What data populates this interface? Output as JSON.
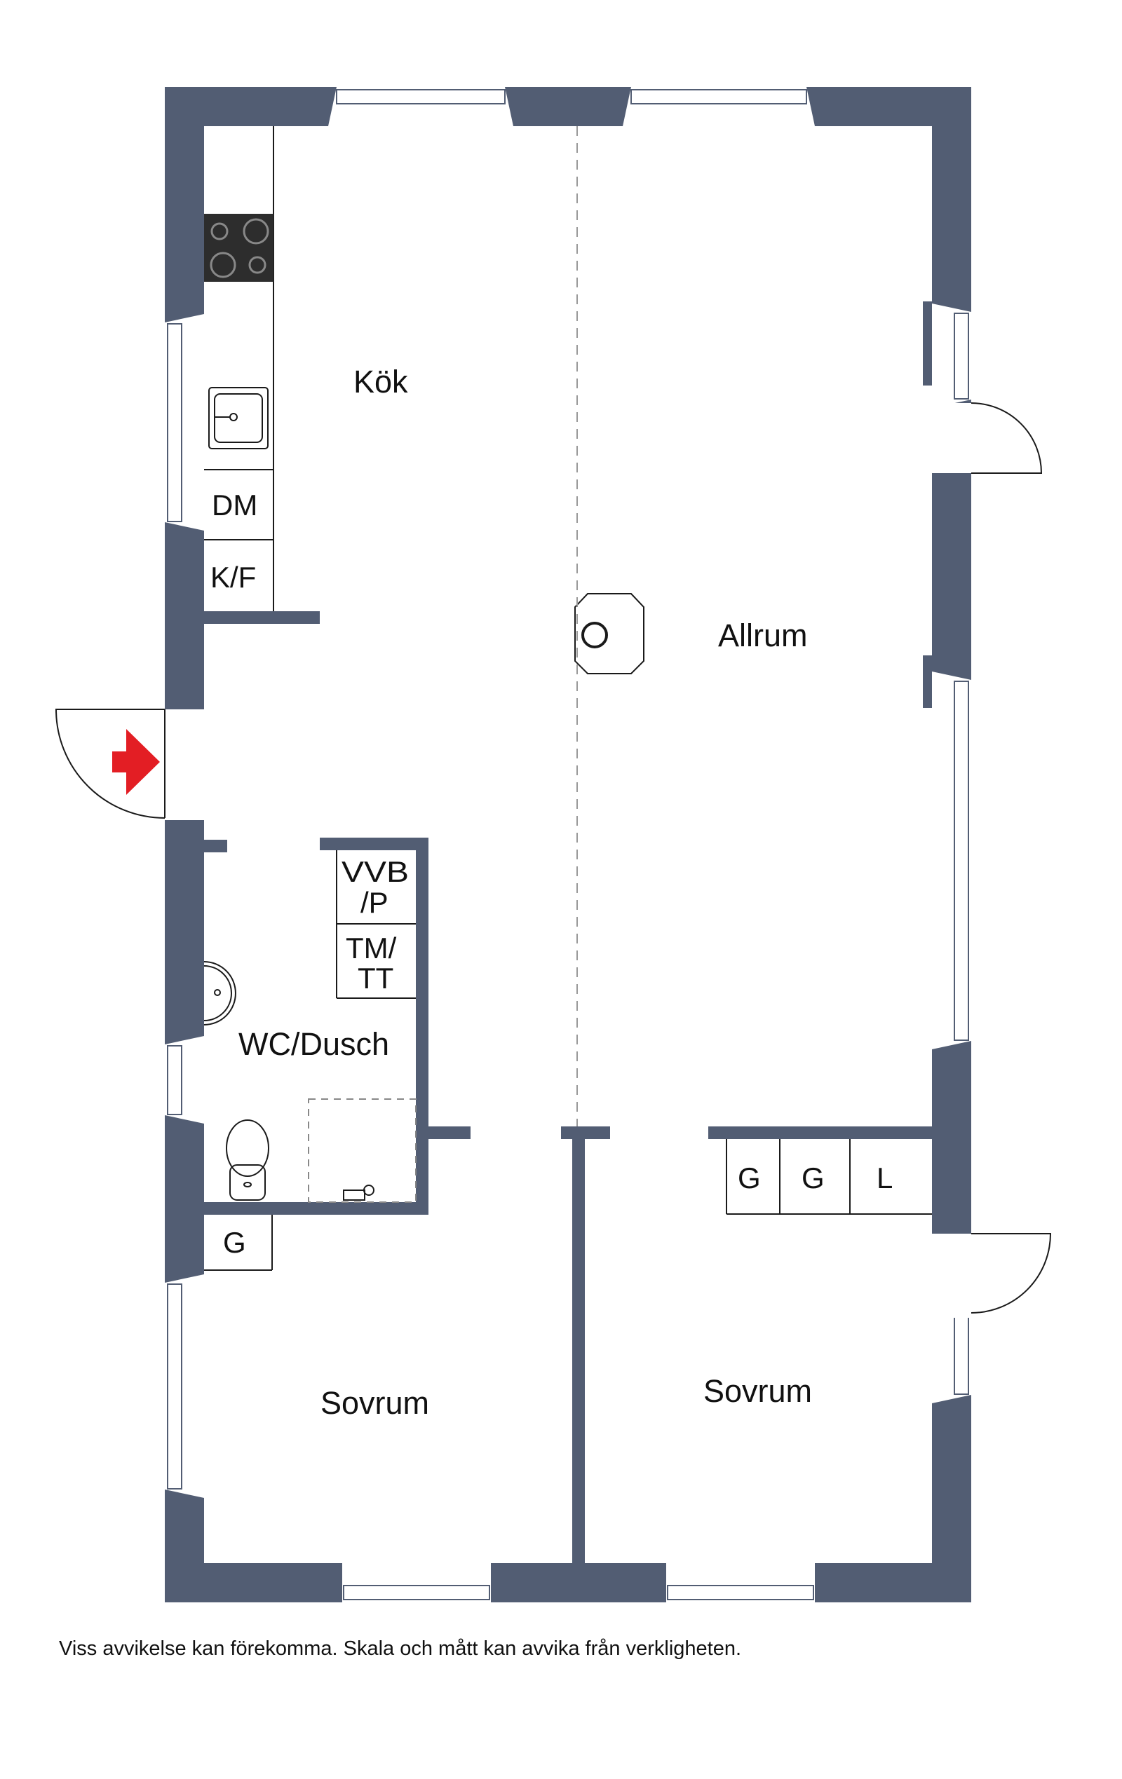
{
  "rooms": {
    "kitchen": "Kök",
    "living": "Allrum",
    "bathroom": "WC/Dusch",
    "bedroom_left": "Sovrum",
    "bedroom_right": "Sovrum"
  },
  "fixtures": {
    "dishwasher": "DM",
    "fridge_freezer": "K/F",
    "water_heater_line1": "VVB",
    "water_heater_line2": "/P",
    "washer_dryer_line1": "TM/",
    "washer_dryer_line2": "TT",
    "wardrobe_bath": "G",
    "wardrobe_1": "G",
    "wardrobe_2": "G",
    "linen": "L"
  },
  "disclaimer": "Viss avvikelse kan förekomma. Skala och mått kan avvika från verkligheten.",
  "colors": {
    "wall": "#525d73",
    "entrance_arrow": "#e31e24",
    "line": "#1a1a1a"
  },
  "icons": {
    "entrance": "entrance-arrow-icon",
    "stove": "stove-icon",
    "sink": "sink-icon",
    "toilet": "toilet-icon",
    "washbasin": "washbasin-icon",
    "fireplace": "fireplace-icon"
  }
}
